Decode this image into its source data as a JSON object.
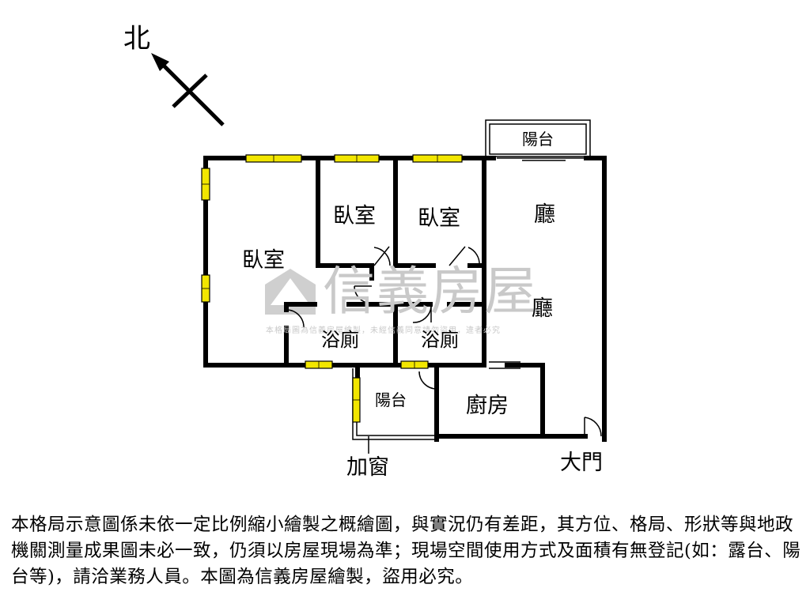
{
  "compass": {
    "north_label": "北"
  },
  "rooms": {
    "bedroom_main": "臥室",
    "bedroom_2": "臥室",
    "bedroom_3": "臥室",
    "living_1": "廳",
    "living_2": "廳",
    "bath_1": "浴廁",
    "bath_2": "浴廁",
    "balcony_top": "陽台",
    "balcony_bottom": "陽台",
    "kitchen": "廚房"
  },
  "annotations": {
    "added_window": "加窗",
    "main_door": "大門"
  },
  "watermark": {
    "brand": "信義房屋",
    "subtext": "本格局圖為信義房屋繪製，未經信義同意請勿盜用，違者必究"
  },
  "disclaimer": "本格局示意圖係未依一定比例縮小繪製之概繪圖，與實況仍有差距，其方位、格局、形狀等與地政機關測量成果圖未必一致，仍須以房屋現場為準；現場空間使用方式及面積有無登記(如：露台、陽台等)，請洽業務人員。本圖為信義房屋繪製，盜用必究。",
  "colors": {
    "wall": "#000000",
    "window": "#f2e600",
    "watermark": "#c9c9c9"
  }
}
